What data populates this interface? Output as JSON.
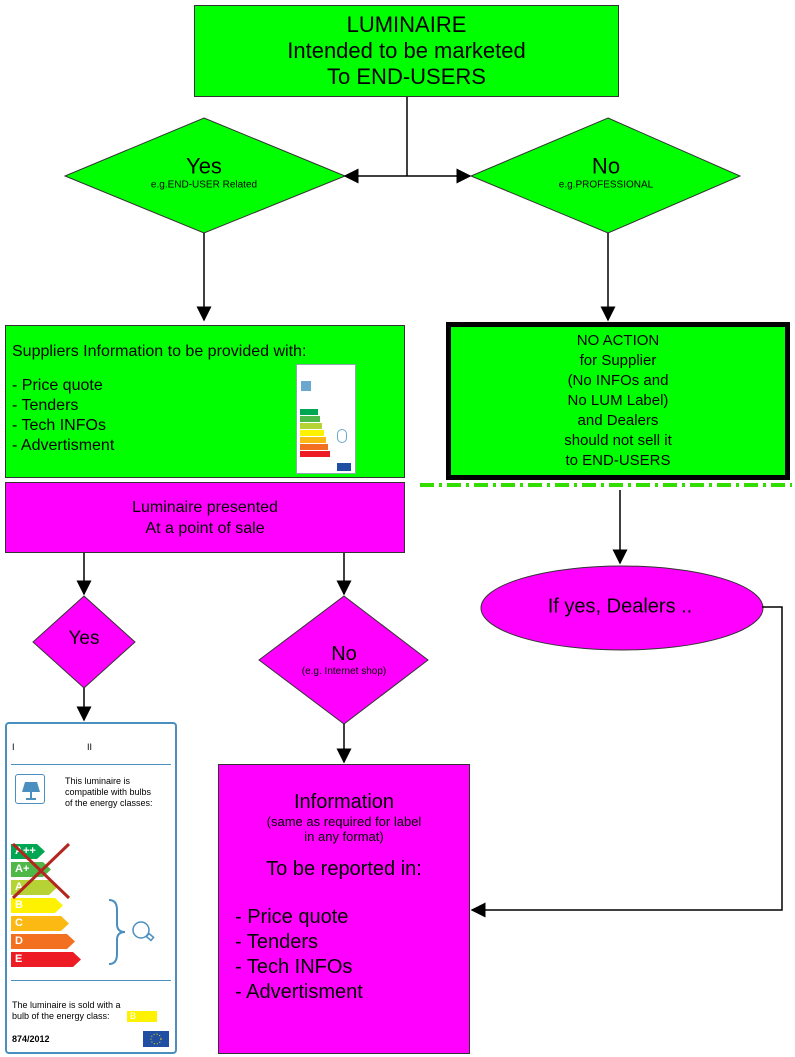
{
  "top_box": {
    "lines": [
      "LUMINAIRE",
      "Intended to be marketed",
      "To END-USERS"
    ]
  },
  "decision_yes": {
    "title": "Yes",
    "sub": "e.g.END-USER Related"
  },
  "decision_no": {
    "title": "No",
    "sub": "e.g.PROFESSIONAL"
  },
  "suppliers_box": {
    "heading": "Suppliers Information to be provided with:",
    "items": [
      "- Price quote",
      "- Tenders",
      "- Tech INFOs",
      "- Advertisment"
    ]
  },
  "no_action_box": {
    "lines": [
      "NO ACTION",
      "for Supplier",
      "(No INFOs and",
      "No LUM Label)",
      "and Dealers",
      "should not sell it",
      "to END-USERS"
    ]
  },
  "point_of_sale_box": {
    "lines": [
      "Luminaire presented",
      "At a point of sale"
    ]
  },
  "dealers_ellipse": {
    "label": "If yes, Dealers .."
  },
  "pos_yes": {
    "title": "Yes"
  },
  "pos_no": {
    "title": "No",
    "sub": "(e.g. Internet shop)"
  },
  "information_box": {
    "title": "Information",
    "sub_lines": [
      "(same as required for label",
      "in any format)"
    ],
    "report_heading": "To be reported in:",
    "items": [
      "- Price quote",
      "- Tenders",
      "- Tech INFOs",
      "- Advertisment"
    ]
  },
  "energy_label": {
    "header_left": "I",
    "header_right": "II",
    "compat_lines": [
      "This luminaire is",
      "compatible with bulbs",
      "of the energy classes:"
    ],
    "classes": [
      "A++",
      "A+",
      "A",
      "B",
      "C",
      "D",
      "E"
    ],
    "class_colors": [
      "#00a651",
      "#50b848",
      "#b5d334",
      "#fff200",
      "#fdb913",
      "#f37021",
      "#ed1c24"
    ],
    "sold_lines": [
      "The luminaire is sold with a",
      "bulb of the energy class:"
    ],
    "sold_class": "B",
    "regulation": "874/2012"
  },
  "colors": {
    "green": "#00ff00",
    "magenta": "#ff00ff",
    "label_border": "#4a8fc0",
    "dashed_separator": "#33dd00"
  }
}
